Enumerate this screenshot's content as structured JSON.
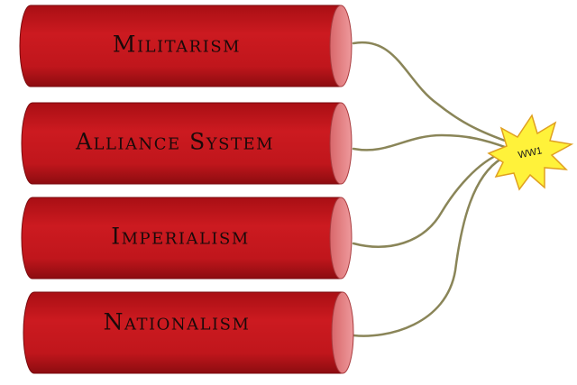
{
  "sticks": [
    {
      "label": "Militarism"
    },
    {
      "label": "Alliance System"
    },
    {
      "label": "Imperialism"
    },
    {
      "label": "Nationalism"
    }
  ],
  "explosion": {
    "label": "WW1"
  },
  "colors": {
    "stick_body": "#c0161c",
    "stick_dark": "#8c0c10",
    "stick_cap": "#e8878a",
    "fuse": "#8a8558",
    "burst_fill": "#fff23a",
    "burst_stroke": "#e0a020"
  }
}
